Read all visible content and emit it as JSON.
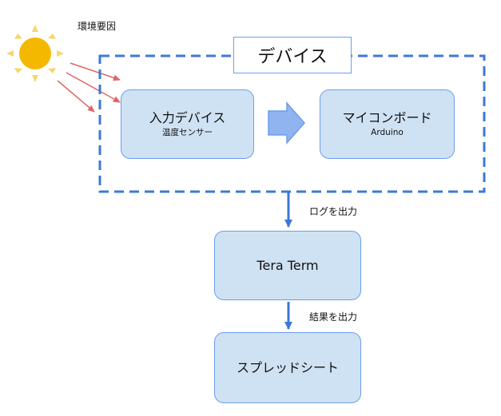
{
  "environment": {
    "label": "環境要因"
  },
  "group": {
    "title": "デバイス"
  },
  "input_device": {
    "title": "入力デバイス",
    "subtitle": "温度センサー"
  },
  "microcontroller": {
    "title": "マイコンボード",
    "subtitle": "Arduino"
  },
  "tera_term": {
    "title": "Tera Term"
  },
  "spreadsheet": {
    "title": "スプレッドシート"
  },
  "edges": {
    "log_output": "ログを出力",
    "result_output": "結果を出力"
  },
  "colors": {
    "box_fill": "#cfe2f3",
    "box_border": "#6d9eeb",
    "group_border": "#3c78d8",
    "sun": "#f5b800",
    "heat_arrows": "#e06666",
    "flow_arrows": "#3c78d8",
    "block_arrow": "#6d9eeb"
  }
}
